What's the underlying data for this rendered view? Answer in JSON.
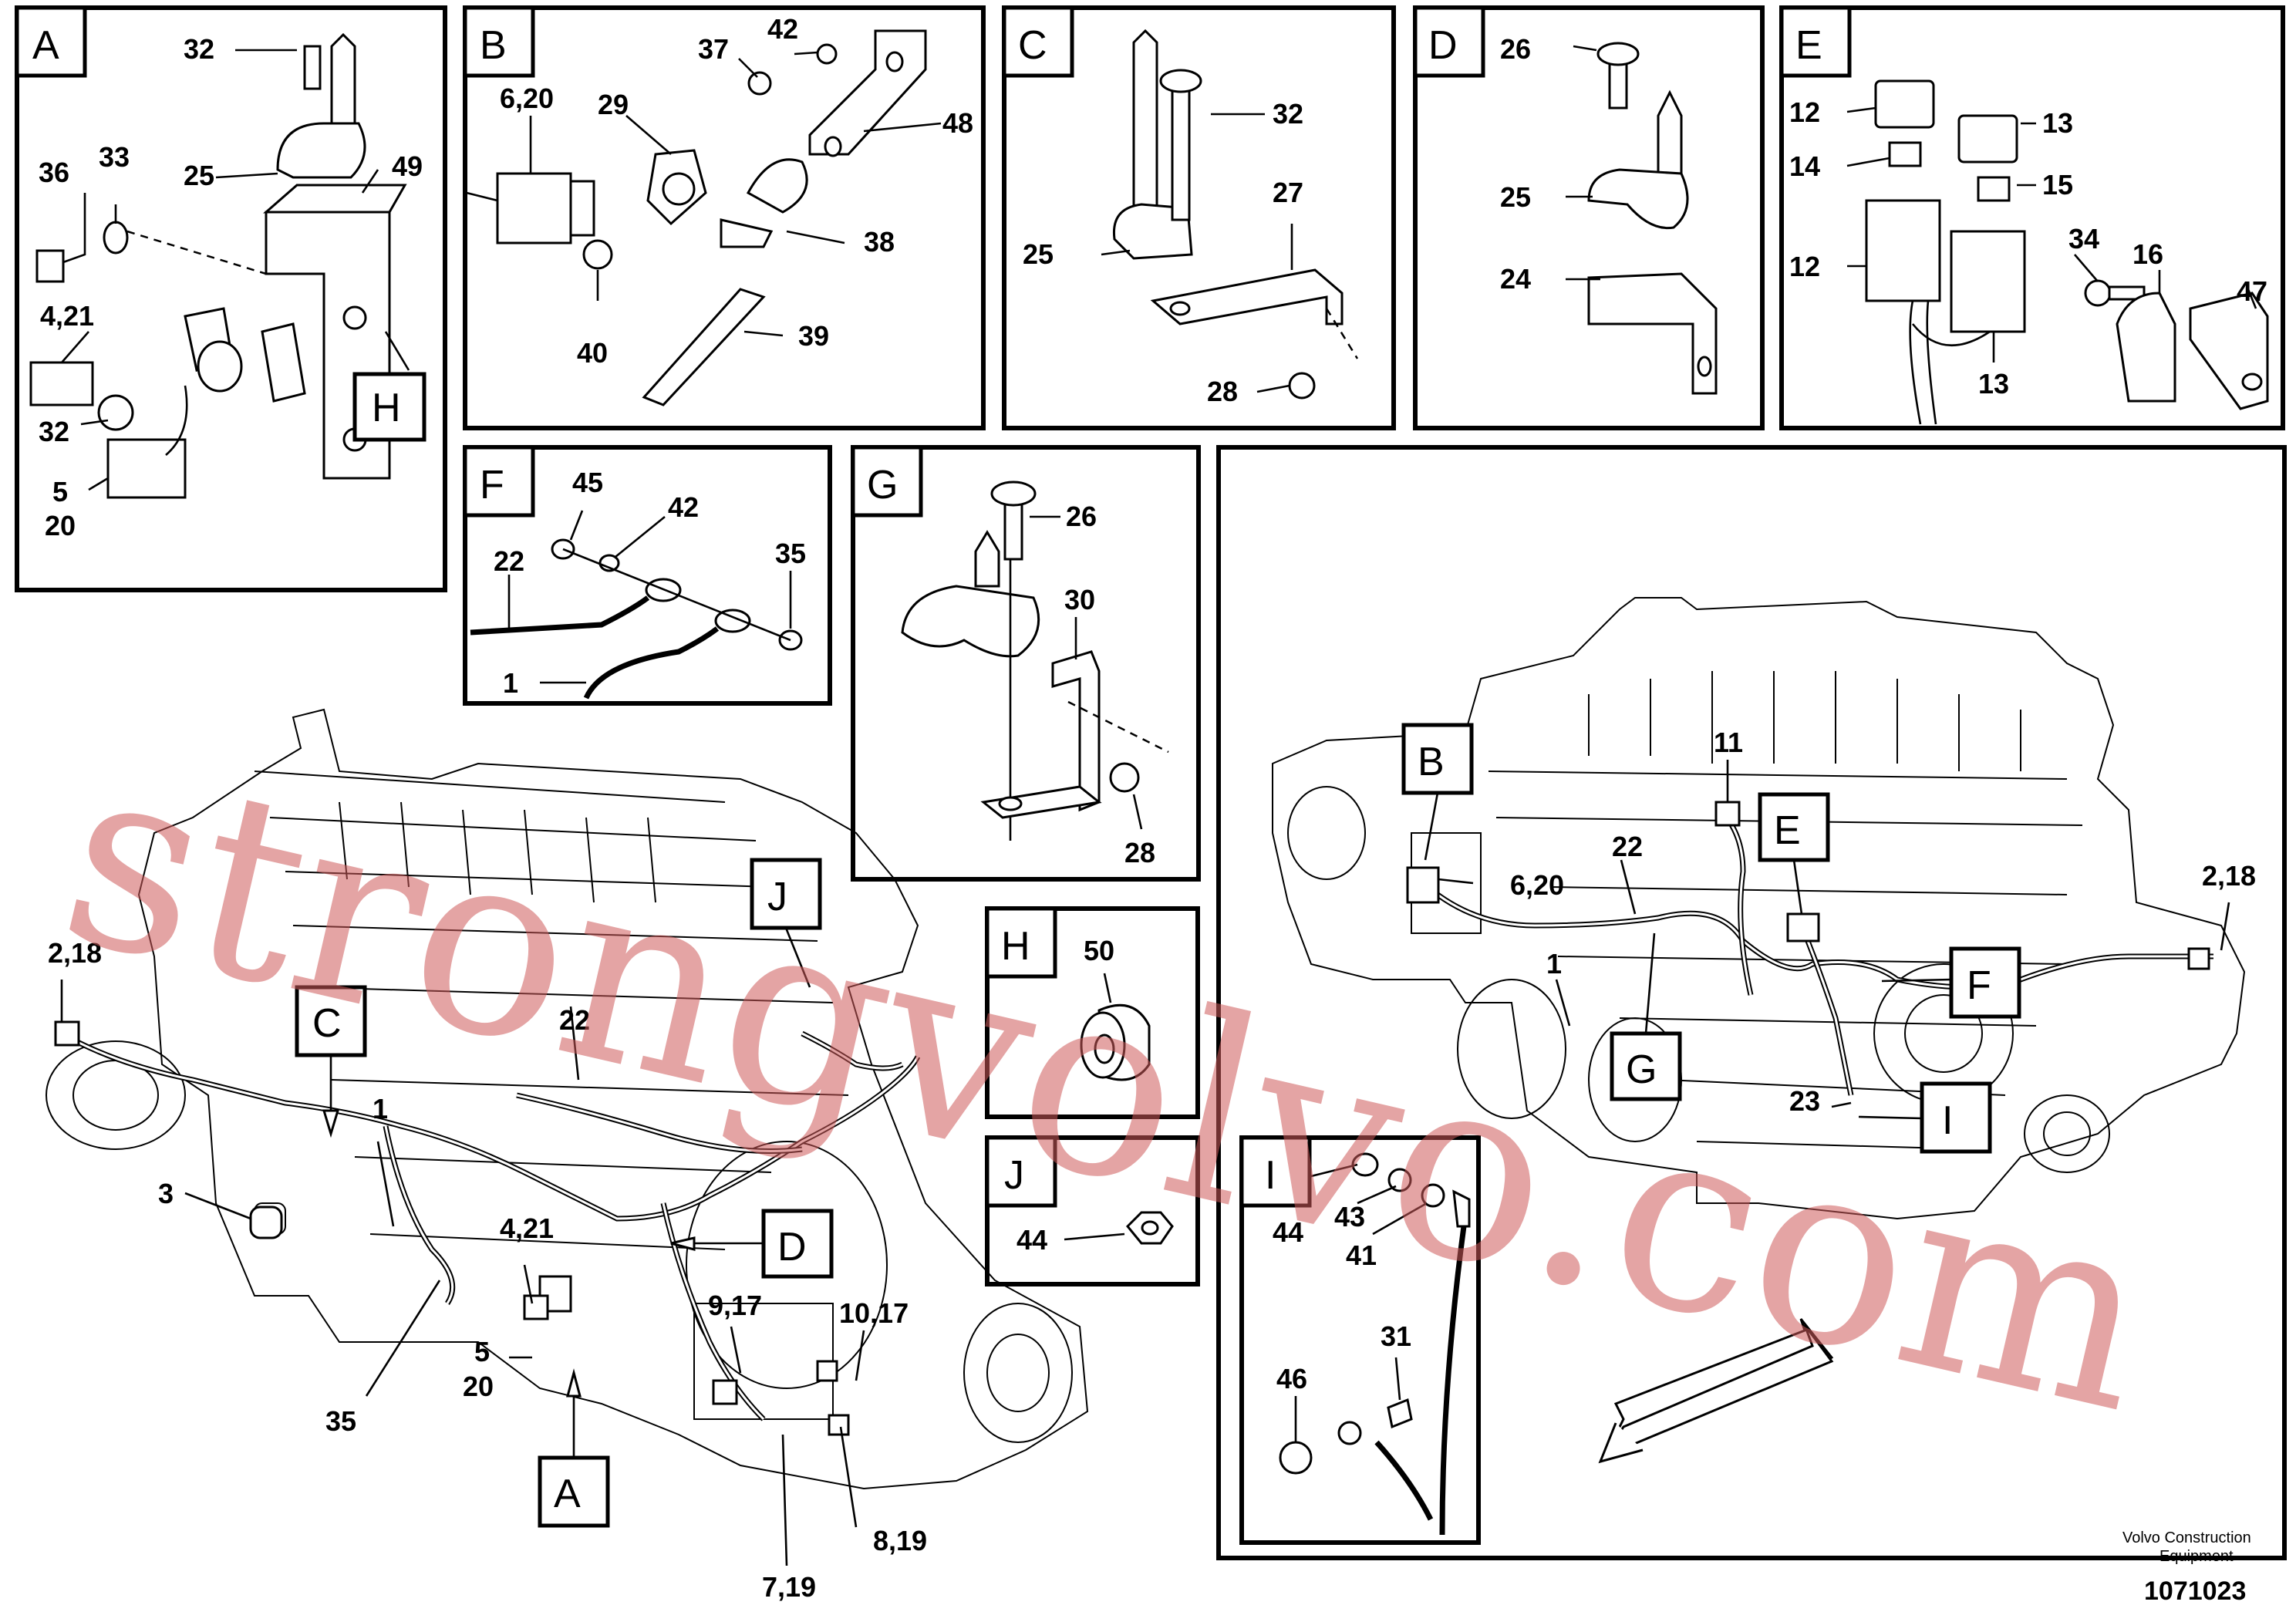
{
  "panels": {
    "A": {
      "letter": "A",
      "labels": [
        "32",
        "25",
        "49",
        "36",
        "33",
        "4,21",
        "32",
        "5",
        "20"
      ],
      "sub_tag": "H"
    },
    "B": {
      "letter": "B",
      "labels": [
        "42",
        "37",
        "6,20",
        "29",
        "48",
        "38",
        "40",
        "39"
      ]
    },
    "C": {
      "letter": "C",
      "labels": [
        "32",
        "27",
        "25",
        "28"
      ]
    },
    "D": {
      "letter": "D",
      "labels": [
        "26",
        "25",
        "24"
      ]
    },
    "E": {
      "letter": "E",
      "labels": [
        "12",
        "13",
        "14",
        "15",
        "12",
        "34",
        "16",
        "47",
        "13"
      ]
    },
    "F": {
      "letter": "F",
      "labels": [
        "45",
        "42",
        "22",
        "35",
        "1"
      ]
    },
    "G": {
      "letter": "G",
      "labels": [
        "26",
        "30",
        "28"
      ]
    },
    "H": {
      "letter": "H",
      "labels": [
        "50"
      ]
    },
    "J": {
      "letter": "J",
      "labels": [
        "44"
      ]
    },
    "I": {
      "letter": "I",
      "labels": [
        "44",
        "43",
        "41",
        "46",
        "31"
      ]
    }
  },
  "left_view": {
    "tags": [
      "C",
      "J",
      "D",
      "A"
    ],
    "labels": [
      "2,18",
      "3",
      "1",
      "22",
      "4,21",
      "35",
      "5",
      "20",
      "9,17",
      "10,17",
      "8,19",
      "7,19"
    ]
  },
  "right_view": {
    "tags": [
      "B",
      "E",
      "F",
      "G",
      "I"
    ],
    "labels": [
      "11",
      "6,20",
      "22",
      "1",
      "2,18",
      "23"
    ]
  },
  "watermark": "strongvolvo.com",
  "footer": {
    "company_line1": "Volvo Construction",
    "company_line2": "Equipment",
    "doc_number": "1071023"
  }
}
